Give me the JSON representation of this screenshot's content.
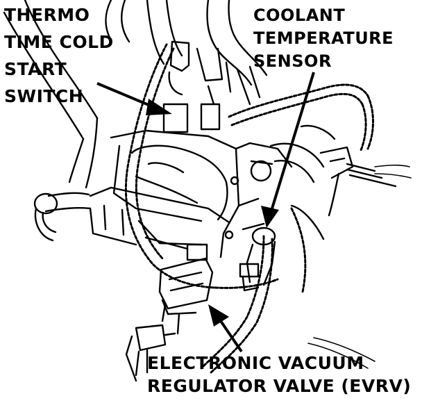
{
  "labels": {
    "thermo_switch": [
      "THERMO",
      "TIME COLD",
      "START",
      "SWITCH"
    ],
    "coolant_sensor": [
      "COOLANT",
      "TEMPERATURE",
      "SENSOR"
    ],
    "evrv": [
      "ELECTRONIC VACUUM",
      "REGULATOR VALVE (EVRV)"
    ]
  },
  "colors": {
    "ink": "#000000",
    "paper": "#ffffff"
  }
}
